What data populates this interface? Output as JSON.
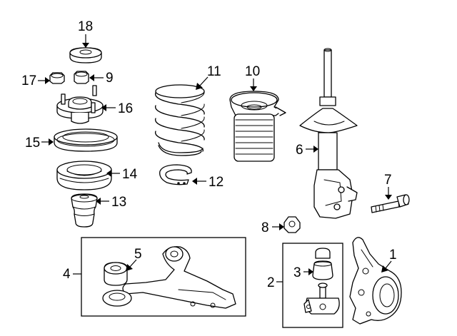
{
  "callouts": {
    "c1": "1",
    "c2": "2",
    "c3": "3",
    "c4": "4",
    "c5": "5",
    "c6": "6",
    "c7": "7",
    "c8": "8",
    "c9": "9",
    "c10": "10",
    "c11": "11",
    "c12": "12",
    "c13": "13",
    "c14": "14",
    "c15": "15",
    "c16": "16",
    "c17": "17",
    "c18": "18"
  },
  "parts": [
    {
      "number": "1",
      "name": "steering-knuckle"
    },
    {
      "number": "2",
      "name": "ball-joint-group-box"
    },
    {
      "number": "3",
      "name": "ball-joint-boot"
    },
    {
      "number": "4",
      "name": "lower-control-arm-group-box"
    },
    {
      "number": "5",
      "name": "control-arm-bushing"
    },
    {
      "number": "6",
      "name": "strut-assembly"
    },
    {
      "number": "7",
      "name": "strut-bolt"
    },
    {
      "number": "8",
      "name": "strut-nut"
    },
    {
      "number": "9",
      "name": "top-nut"
    },
    {
      "number": "10",
      "name": "dust-boot"
    },
    {
      "number": "11",
      "name": "coil-spring"
    },
    {
      "number": "12",
      "name": "lower-spring-insulator"
    },
    {
      "number": "13",
      "name": "bump-stop"
    },
    {
      "number": "14",
      "name": "upper-spring-seat"
    },
    {
      "number": "15",
      "name": "strut-bearing"
    },
    {
      "number": "16",
      "name": "strut-mount"
    },
    {
      "number": "17",
      "name": "mount-nut"
    },
    {
      "number": "18",
      "name": "mount-cap"
    }
  ]
}
